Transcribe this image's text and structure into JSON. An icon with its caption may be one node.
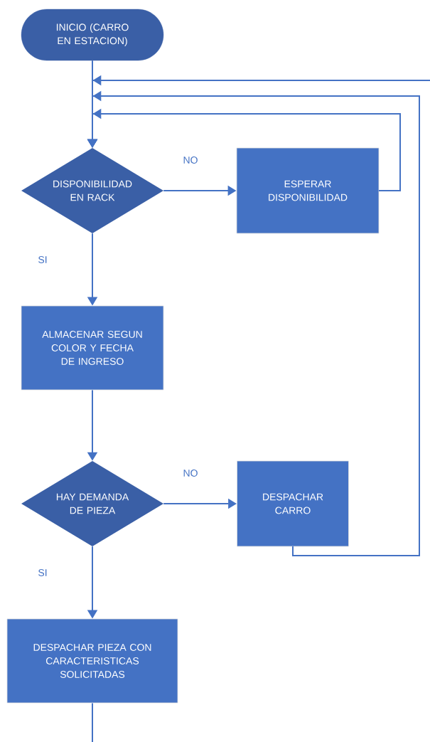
{
  "diagram": {
    "nodes": [
      {
        "text": [
          "INICIO (CARRO EN ESTACION)"
        ]
      },
      {
        "text": [
          "DISPONIBILIDAD EN RACK"
        ]
      },
      {
        "text": [
          "ESPERAR DISPONIBILIDAD"
        ]
      },
      {
        "text": [
          "ALMACENAR SEGUN COLOR Y FECHA DE INGRESO"
        ]
      },
      {
        "text": [
          "HAY DEMANDA DE PIEZA"
        ]
      },
      {
        "text": [
          "DESPACHAR CARRO"
        ]
      },
      {
        "text": [
          "DESPACHAR PIEZA CON CARACTERISTICAS SOLICITADAS"
        ]
      }
    ],
    "edges": [
      {
        "from": 0,
        "to": 1,
        "arrow": "to"
      },
      {
        "from": 1,
        "to": 2,
        "arrow": "to",
        "label": "NO"
      },
      {
        "from": 1,
        "to": 3,
        "arrow": "to",
        "label": "SI"
      },
      {
        "from": 3,
        "to": 4,
        "arrow": "to"
      },
      {
        "from": 4,
        "to": 5,
        "arrow": "to",
        "label": "NO"
      },
      {
        "from": 4,
        "to": 6,
        "arrow": "to",
        "label": "SI"
      },
      {
        "from": 2,
        "to": 1,
        "arrow": "to"
      },
      {
        "from": 5,
        "to": 1,
        "arrow": "to"
      },
      {
        "from": null,
        "to": 1,
        "arrow": "to"
      },
      {
        "from": 6,
        "to": null,
        "arrow": "none"
      }
    ]
  }
}
